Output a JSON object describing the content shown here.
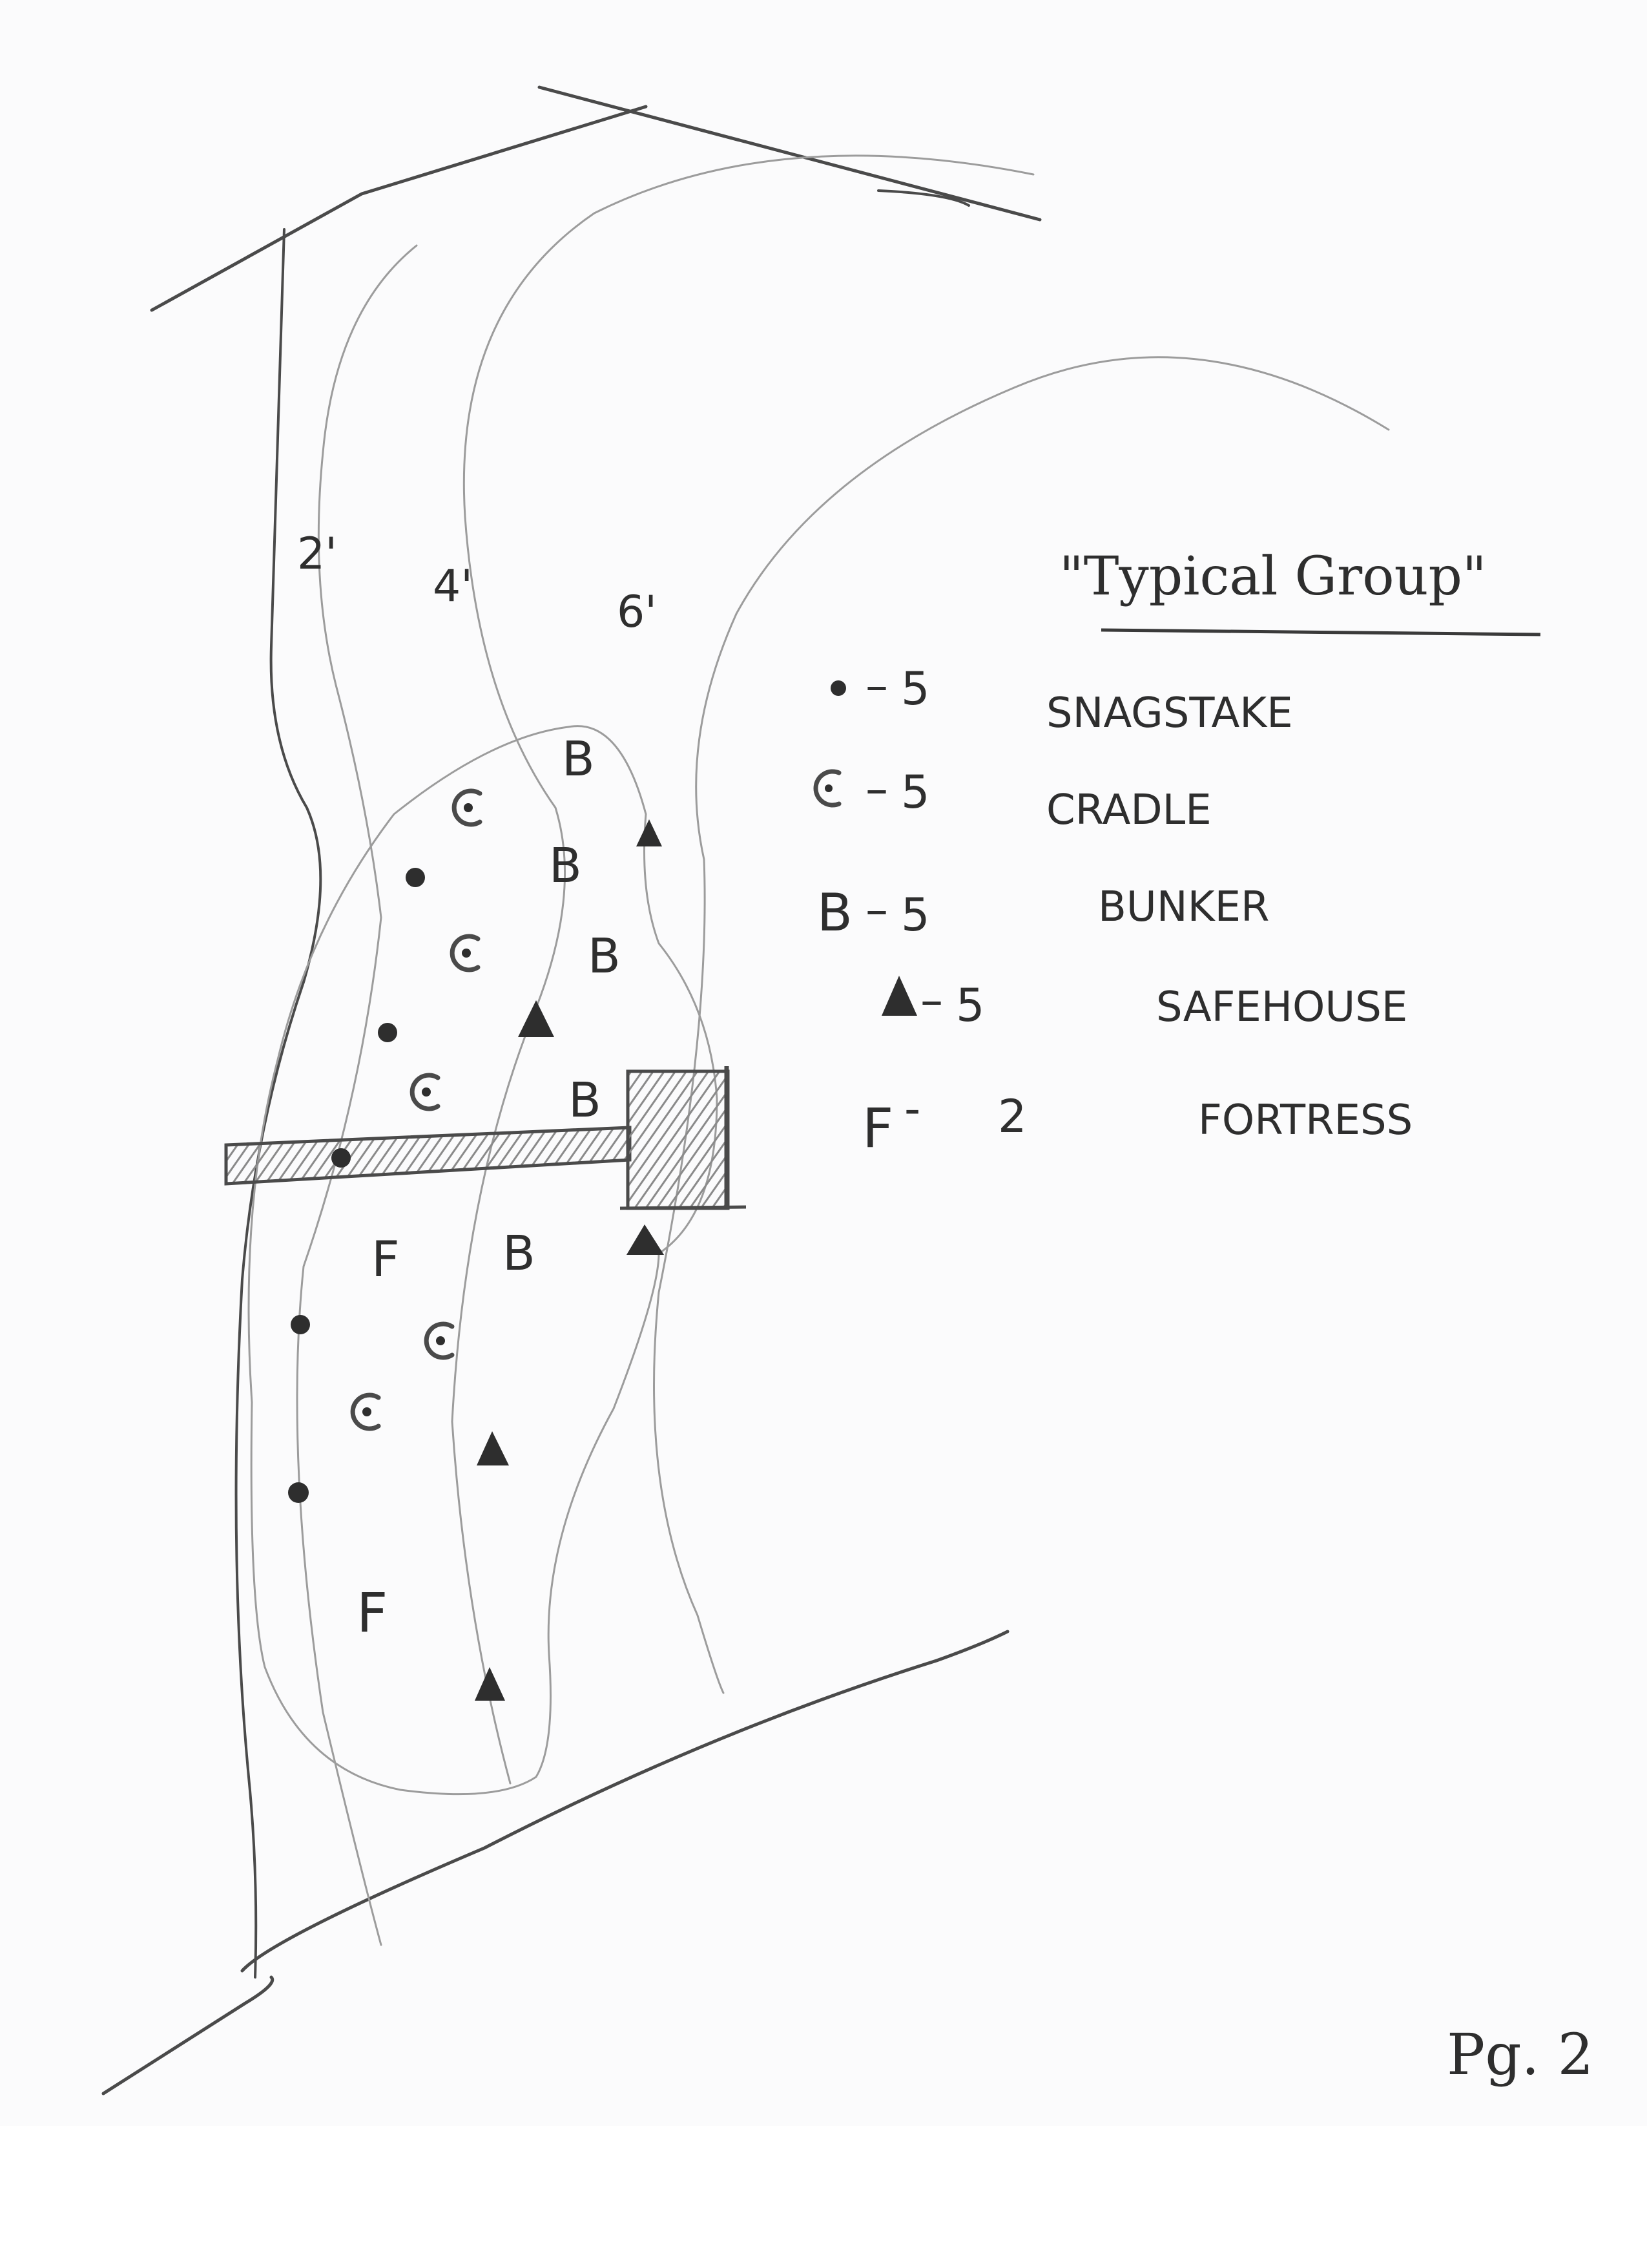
{
  "title": "\"Typical Group\"",
  "depth_labels": [
    "2'",
    "4'",
    "6'"
  ],
  "legend": [
    {
      "symbol": "•",
      "count": "5",
      "name": "SNAGSTAKE",
      "icon": "dot-icon"
    },
    {
      "symbol": "C",
      "count": "5",
      "name": "CRADLE",
      "icon": "cradle-icon"
    },
    {
      "symbol": "B",
      "count": "5",
      "name": "BUNKER",
      "icon": "bunker-icon"
    },
    {
      "symbol": "▲",
      "count": "5",
      "name": "SAFEHOUSE",
      "icon": "safehouse-icon"
    },
    {
      "symbol": "F",
      "count": "2",
      "name": "FORTRESS",
      "icon": "fortress-icon"
    }
  ],
  "map_symbols": {
    "bunker": "B",
    "fortress": "F"
  },
  "page_label": "Pg. 2",
  "colors": {
    "pencil": "#4a4a4a",
    "faint": "#9c9c9c",
    "paper": "#fbfbfc"
  }
}
